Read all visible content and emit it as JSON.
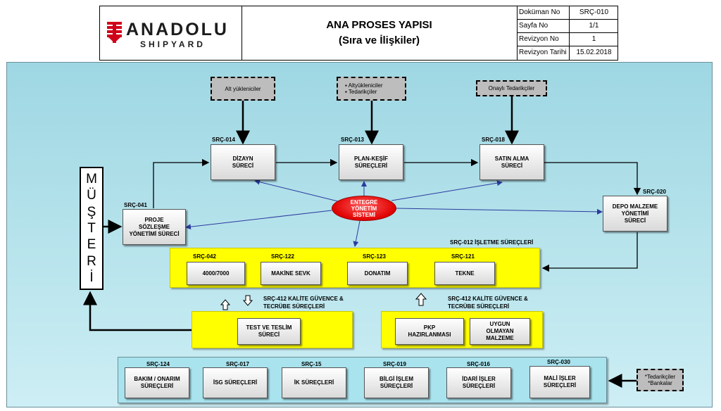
{
  "header": {
    "logo_name": "ANADOLU",
    "logo_sub": "SHIPYARD",
    "title_line1": "ANA PROSES YAPISI",
    "title_line2": "(Sıra ve İlişkiler)",
    "meta": [
      {
        "key": "Doküman No",
        "value": "SRÇ-010"
      },
      {
        "key": "Sayfa No",
        "value": "1/1"
      },
      {
        "key": "Revizyon No",
        "value": "1"
      },
      {
        "key": "Revizyon Tarihi",
        "value": "15.02.2018"
      }
    ]
  },
  "external": {
    "alt_yukleniciler": "Alt yükleniciler",
    "altyukleniciler_bullet": "Altyükleniciler",
    "tedarikciler_bullet": "Tedarikçiler",
    "onayli_tedarikciler": "Onaylı Tedarikçiler",
    "tedarikciler_bankalar_1": "*Tedarikçiler",
    "tedarikciler_bankalar_2": "*Bankalar"
  },
  "musteri_letters": [
    "M",
    "Ü",
    "Ş",
    "T",
    "E",
    "R",
    "İ"
  ],
  "processes": {
    "dizayn": {
      "code": "SRÇ-014",
      "l1": "DİZAYN",
      "l2": "SÜRECİ"
    },
    "plan": {
      "code": "SRÇ-013",
      "l1": "PLAN-KEŞİF",
      "l2": "SÜREÇLERİ"
    },
    "satin": {
      "code": "SRÇ-018",
      "l1": "SATIN ALMA",
      "l2": "SÜRECİ"
    },
    "proje": {
      "code": "SRÇ-041",
      "l1": "PROJE",
      "l2": "SÖZLEŞME",
      "l3": "YÖNETİMİ SÜRECİ"
    },
    "depo": {
      "code": "SRÇ-020",
      "l1": "DEPO MALZEME",
      "l2": "YÖNETİMİ",
      "l3": "SÜRECİ"
    }
  },
  "entegre": {
    "l1": "ENTEGRE",
    "l2": "YÖNETİM",
    "l3": "SİSTEMİ"
  },
  "isletme": {
    "title": "SRÇ-012  İŞLETME SÜREÇLERİ",
    "items": [
      {
        "code": "SRÇ-042",
        "label": "4000/7000"
      },
      {
        "code": "SRÇ-122",
        "label": "MAKİNE SEVK"
      },
      {
        "code": "SRÇ-123",
        "label": "DONATIM"
      },
      {
        "code": "SRÇ-121",
        "label": "TEKNE"
      }
    ]
  },
  "kalite_left": {
    "title1": "SRÇ-412  KALİTE GÜVENCE &",
    "title2": "TECRÜBE SÜREÇLERİ",
    "item_l1": "TEST VE TESLİM",
    "item_l2": "SÜRECİ"
  },
  "kalite_right": {
    "title1": "SRÇ-412  KALİTE GÜVENCE &",
    "title2": "TECRÜBE SÜREÇLERİ",
    "pkp_l1": "PKP",
    "pkp_l2": "HAZIRLANMASI",
    "uygun_l1": "UYGUN",
    "uygun_l2": "OLMAYAN",
    "uygun_l3": "MALZEME"
  },
  "support": [
    {
      "code": "SRÇ-124",
      "l1": "BAKIM / ONARIM",
      "l2": "SÜREÇLERİ"
    },
    {
      "code": "SRÇ-017",
      "l1": "İSG SÜREÇLERİ",
      "l2": ""
    },
    {
      "code": "SRÇ-15",
      "l1": "İK SÜREÇLERİ",
      "l2": ""
    },
    {
      "code": "SRÇ-019",
      "l1": "BİLGİ İŞLEM",
      "l2": "SÜREÇLERİ"
    },
    {
      "code": "SRÇ-016",
      "l1": "İDARİ İŞLER",
      "l2": "SÜREÇLERİ"
    },
    {
      "code": "SRÇ-030",
      "l1": "MALİ İŞLER",
      "l2": "SÜREÇLERİ"
    }
  ],
  "colors": {
    "frame": "#b3e3ec",
    "yellow": "#ffff00",
    "ellipse": "#e00000",
    "arrow_blue": "#2b3a9e"
  }
}
